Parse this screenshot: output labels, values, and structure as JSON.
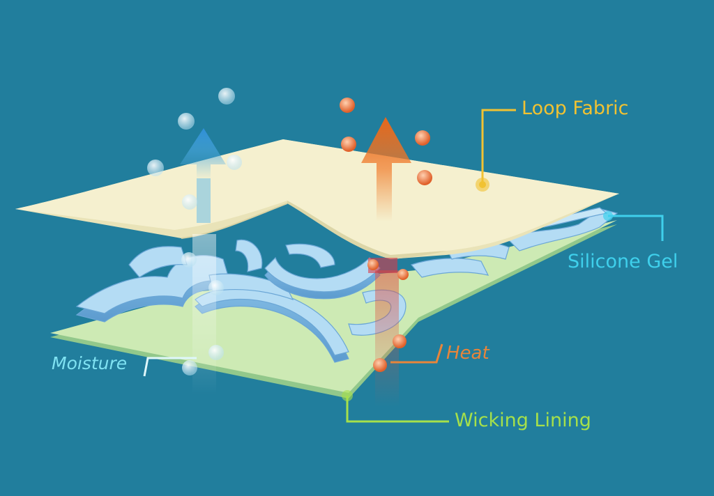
{
  "labels": {
    "loop_fabric": "Loop Fabric",
    "silicone_gel": "Silicone Gel",
    "heat": "Heat",
    "moisture": "Moisture",
    "wicking_lining": "Wicking Lining"
  },
  "colors": {
    "background": "#217e9d",
    "loop_fabric": "#f1c232",
    "silicone_gel": "#3fd0ec",
    "heat": "#e8853a",
    "moisture": "#7fe2f2",
    "wicking_lining": "#a6e04a",
    "fabric_fill": "#f4efc6",
    "gel_fill": "#a9d6f2",
    "lining_fill": "#c9e8b0"
  }
}
